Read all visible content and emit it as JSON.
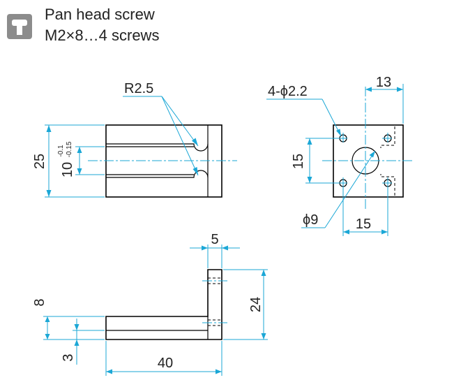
{
  "header": {
    "icon": "pan-head-screw-icon",
    "title": "Pan head screw",
    "spec": "M2×8…4 screws"
  },
  "front_view": {
    "radius_label": "R2.5",
    "height_label": "25",
    "slot_label": "10",
    "slot_tol_upper": "-0.1",
    "slot_tol_lower": "-0.15"
  },
  "side_view": {
    "holes_label": "4-ϕ2.2",
    "top_width_label": "13",
    "hole_spacing_v_label": "15",
    "center_hole_label": "ϕ9",
    "hole_spacing_h_label": "15"
  },
  "bottom_view": {
    "thickness_label": "5",
    "height_label": "24",
    "base_height_label": "8",
    "base_thickness_label": "3",
    "length_label": "40"
  },
  "colors": {
    "dimension": "#1ba7d6",
    "outline": "#000000",
    "icon_bg": "#8c8c8c"
  }
}
